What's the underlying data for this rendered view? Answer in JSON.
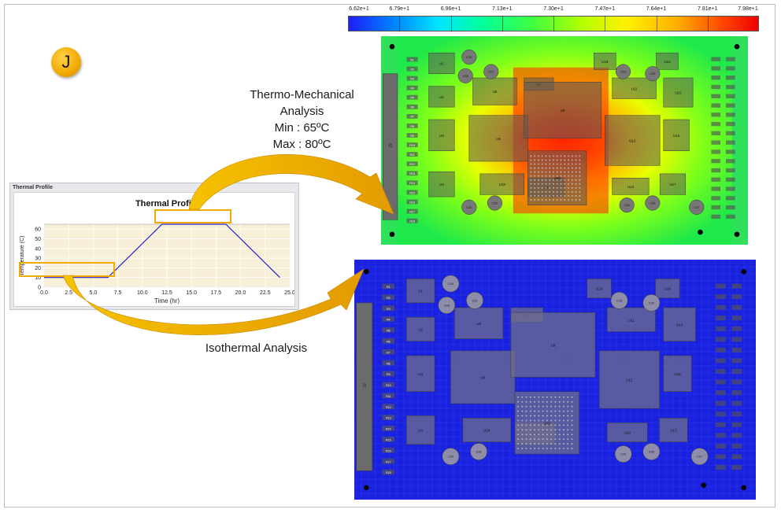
{
  "badge": {
    "letter": "J"
  },
  "colorbar": {
    "labels": [
      "6.62e+1",
      "6.79e+1",
      "6.96e+1",
      "7.13e+1",
      "7.30e+1",
      "7.47e+1",
      "7.64e+1",
      "7.81e+1",
      "7.98e+1"
    ]
  },
  "thermo_mechanical": {
    "line1": "Thermo-Mechanical",
    "line2": "Analysis",
    "min_label": "Min : 65ºC",
    "max_label": "Max : 80ºC"
  },
  "isothermal": {
    "label": "Isothermal Analysis"
  },
  "thermal_panel": {
    "header": "Thermal Profile"
  },
  "chart_data": {
    "type": "line",
    "title": "Thermal Profile",
    "xlabel": "Time (hr)",
    "ylabel": "Temperature (C)",
    "xlim": [
      0,
      25
    ],
    "ylim": [
      0,
      65
    ],
    "xticks": [
      "0.0",
      "2.5",
      "5.0",
      "7.5",
      "10.0",
      "12.5",
      "15.0",
      "17.5",
      "20.0",
      "22.5",
      "25.0"
    ],
    "yticks": [
      "0",
      "10",
      "20",
      "30",
      "40",
      "50",
      "60"
    ],
    "series": [
      {
        "x": [
          0,
          6.5,
          12,
          18.5,
          24
        ],
        "y": [
          10,
          10,
          65,
          65,
          10
        ],
        "color": "#2020c8"
      }
    ],
    "grid": true,
    "background": "#f8efd8"
  },
  "colors": {
    "accent": "#f2a900"
  },
  "pcb_top": {
    "chips": [
      "U1",
      "U2",
      "U3",
      "U4",
      "U5",
      "U6",
      "U7",
      "U8",
      "U9",
      "U10",
      "U11",
      "U12",
      "U13",
      "U14",
      "U15",
      "U16",
      "U17",
      "U18",
      "U19"
    ],
    "caps": [
      "C19",
      "C20",
      "C21",
      "C22",
      "C23",
      "C24",
      "C25",
      "C26",
      "C27",
      "C28"
    ],
    "resistors": [
      "R1",
      "R2",
      "R3",
      "R4",
      "R5",
      "R6",
      "R7",
      "R8",
      "R9",
      "R10",
      "R11",
      "R12",
      "R13",
      "R14",
      "R15",
      "R16",
      "R17",
      "R18",
      "R19",
      "R20",
      "R21",
      "R22",
      "R23",
      "R24"
    ],
    "connector": "J1"
  },
  "pcb_bottom": {
    "chips": [
      "U1",
      "U2",
      "U3",
      "U4",
      "U5",
      "U6",
      "U7",
      "U8",
      "U9",
      "U10",
      "U11",
      "U12",
      "U13",
      "U14",
      "U15",
      "U16",
      "U17",
      "U18",
      "U19"
    ],
    "caps": [
      "C19",
      "C20",
      "C21",
      "C22",
      "C23",
      "C24",
      "C25",
      "C26",
      "C27",
      "C28"
    ],
    "resistors": [
      "R1",
      "R2",
      "R3",
      "R4",
      "R5",
      "R6",
      "R7",
      "R8",
      "R9",
      "R10",
      "R11",
      "R12",
      "R13",
      "R14",
      "R15",
      "R16",
      "R17",
      "R18",
      "R19",
      "R20",
      "R21",
      "R22",
      "R23",
      "R24"
    ],
    "connector": "J1"
  }
}
